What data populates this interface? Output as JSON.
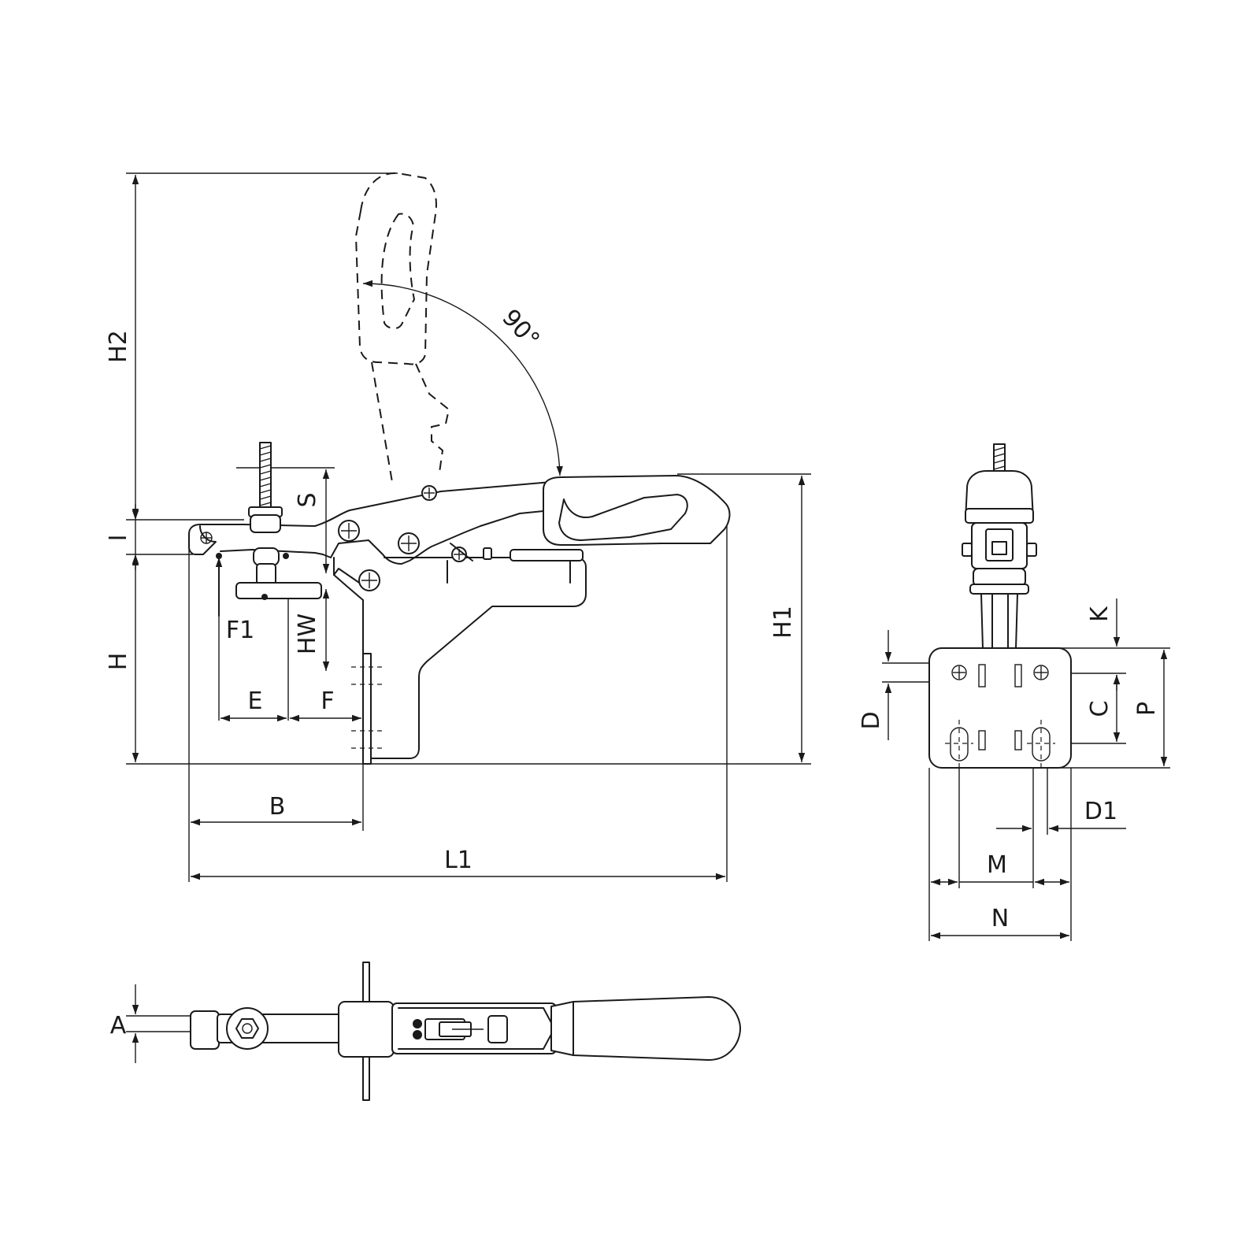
{
  "labels": {
    "H2": "H2",
    "I": "I",
    "H": "H",
    "S": "S",
    "HW": "HW",
    "F1": "F1",
    "E": "E",
    "F": "F",
    "B": "B",
    "L1": "L1",
    "H1": "H1",
    "angle": "90°",
    "K": "K",
    "D": "D",
    "C": "C",
    "P": "P",
    "D1": "D1",
    "M": "M",
    "N": "N",
    "A": "A"
  }
}
